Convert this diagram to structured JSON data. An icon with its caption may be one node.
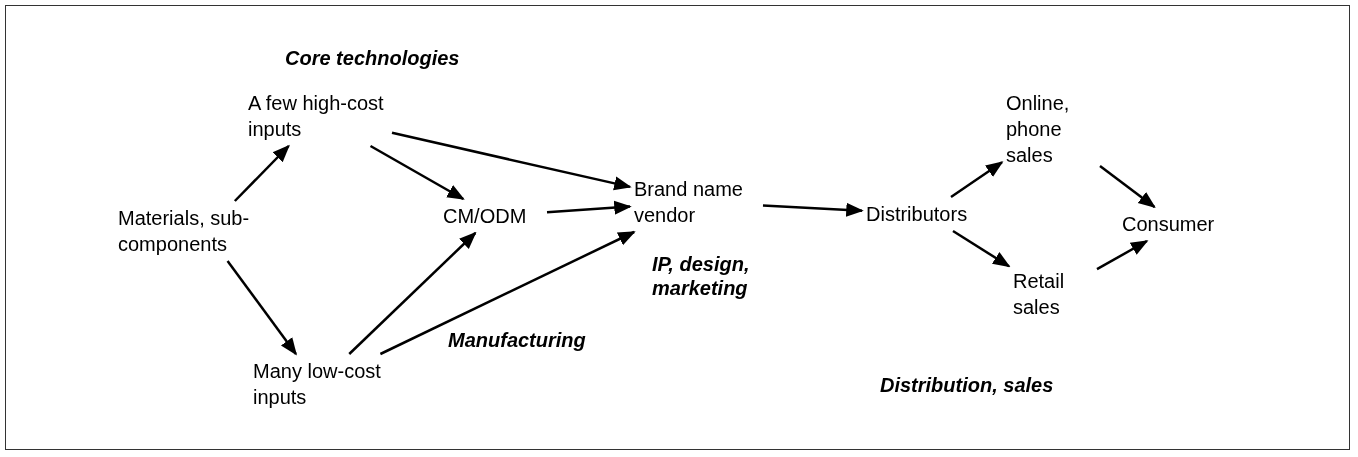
{
  "diagram": {
    "nodes": [
      {
        "text": [
          "Materials, sub-components"
        ]
      },
      {
        "text": [
          "A few high-cost inputs"
        ]
      },
      {
        "text": [
          "Many low-cost inputs"
        ]
      },
      {
        "text": [
          "CM/ODM"
        ]
      },
      {
        "text": [
          "Brand name vendor"
        ],
        "beside": [
          "IP, design, marketing"
        ]
      },
      {
        "text": [
          "Distributors"
        ]
      },
      {
        "text": [
          "Online, phone sales"
        ]
      },
      {
        "text": [
          "Retail sales"
        ]
      },
      {
        "text": [
          "Consumer"
        ]
      }
    ],
    "edges": [
      {
        "from": 0,
        "to": 1,
        "arrow": "to"
      },
      {
        "from": 0,
        "to": 2,
        "arrow": "to"
      },
      {
        "from": 1,
        "to": 3,
        "arrow": "to"
      },
      {
        "from": 1,
        "to": 4,
        "arrow": "to"
      },
      {
        "from": 2,
        "to": 3,
        "arrow": "to"
      },
      {
        "from": 2,
        "to": 4,
        "arrow": "to"
      },
      {
        "from": 3,
        "to": 4,
        "arrow": "to"
      },
      {
        "from": 4,
        "to": 5,
        "arrow": "to"
      },
      {
        "from": 5,
        "to": 6,
        "arrow": "to"
      },
      {
        "from": 5,
        "to": 7,
        "arrow": "to"
      },
      {
        "from": 6,
        "to": 8,
        "arrow": "to"
      },
      {
        "from": 7,
        "to": 8,
        "arrow": "to"
      }
    ],
    "labels": [
      "Core technologies",
      "Manufacturing",
      "Distribution, sales"
    ]
  }
}
